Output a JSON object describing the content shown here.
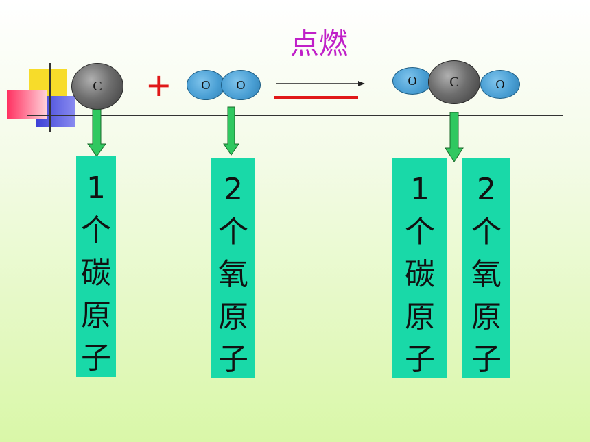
{
  "reaction": {
    "condition": "点燃",
    "plus": "+"
  },
  "molecules": {
    "carbon": {
      "symbol": "C"
    },
    "oxygen": {
      "atoms": [
        "O",
        "O"
      ]
    },
    "co2": {
      "left": "O",
      "center": "C",
      "right": "O"
    }
  },
  "labels": [
    {
      "chars": [
        "1",
        "个",
        "碳",
        "原",
        "子"
      ]
    },
    {
      "chars": [
        "2",
        "个",
        "氧",
        "原",
        "子"
      ]
    },
    {
      "chars": [
        "1",
        "个",
        "碳",
        "原",
        "子"
      ]
    },
    {
      "chars": [
        "2",
        "个",
        "氧",
        "原",
        "子"
      ]
    }
  ],
  "colors": {
    "label_bg": "#19d9a8",
    "arrow_fill": "#30c860",
    "condition_text": "#c020c8",
    "plus_sign": "#e01818",
    "equals_bar": "#e01818"
  }
}
